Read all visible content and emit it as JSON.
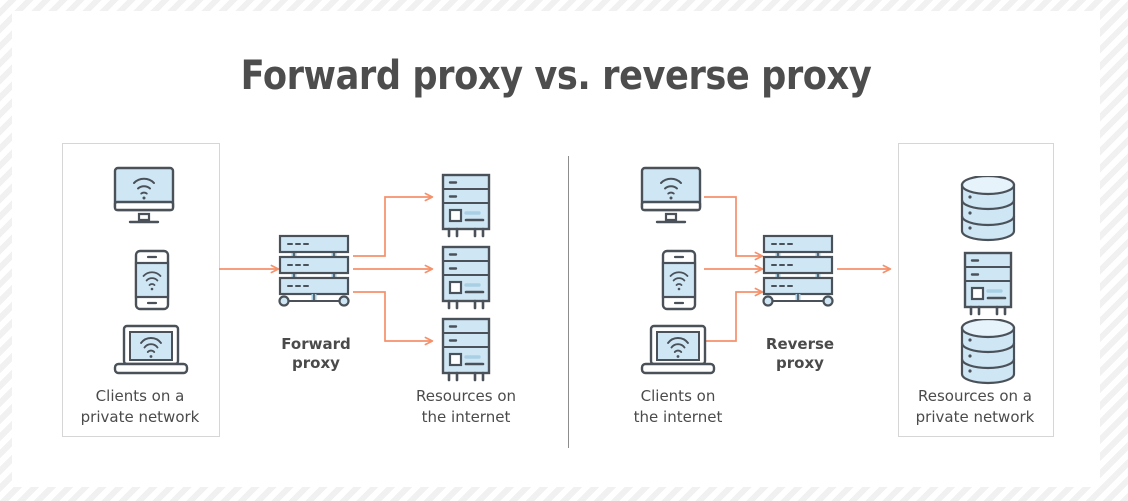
{
  "page": {
    "title": "Forward proxy vs. reverse proxy",
    "background": "#ffffff",
    "stripe_color": "#f1f1f1"
  },
  "colors": {
    "icon_fill": "#cfe7f5",
    "icon_stroke": "#4a5159",
    "arrow": "#f5906b",
    "text": "#4b4b4b",
    "title_text": "#4d4d4d",
    "panel_border": "#d6d6d6",
    "divider": "#8d8d8d"
  },
  "left_section": {
    "name": "forward-proxy",
    "clients_caption": "Clients on a\nprivate network",
    "clients_caption_line1": "Clients on a",
    "clients_caption_line2": "private network",
    "proxy_label_line1": "Forward",
    "proxy_label_line2": "proxy",
    "resources_caption_line1": "Resources on",
    "resources_caption_line2": "the internet",
    "client_icons": [
      "desktop-monitor-wifi",
      "smartphone-wifi",
      "laptop-wifi"
    ],
    "proxy_icon": "rack-server",
    "resource_icons": [
      "tower-server",
      "tower-server",
      "tower-server"
    ]
  },
  "right_section": {
    "name": "reverse-proxy",
    "clients_caption_line1": "Clients on",
    "clients_caption_line2": "the internet",
    "proxy_label_line1": "Reverse",
    "proxy_label_line2": "proxy",
    "resources_caption_line1": "Resources on a",
    "resources_caption_line2": "private network",
    "client_icons": [
      "desktop-monitor-wifi",
      "smartphone-wifi",
      "laptop-wifi"
    ],
    "proxy_icon": "rack-server",
    "resource_icons": [
      "database-cylinder",
      "tower-server",
      "database-cylinder"
    ]
  }
}
